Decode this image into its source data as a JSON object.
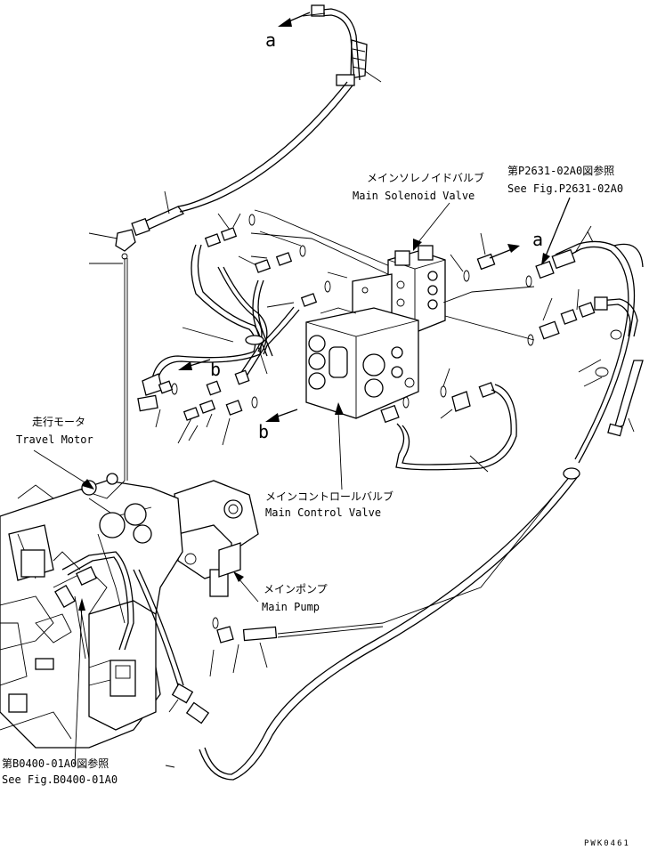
{
  "labels": {
    "callout_a_top": "a",
    "callout_a_right": "a",
    "callout_b_left": "b",
    "callout_b_lower": "b",
    "solenoid_jp": "メインソレノイドバルブ",
    "solenoid_en": "Main Solenoid Valve",
    "ref_p2631_jp": "第P2631-02A0図参照",
    "ref_p2631_en": "See Fig.P2631-02A0",
    "travel_motor_jp": "走行モータ",
    "travel_motor_en": "Travel Motor",
    "control_valve_jp": "メインコントロールバルブ",
    "control_valve_en": "Main Control Valve",
    "pump_jp": "メインポンプ",
    "pump_en": "Main Pump",
    "ref_b0400_jp": "第B0400-01A0図参照",
    "ref_b0400_en": "See Fig.B0400-01A0",
    "drawing_id": "PWK0461"
  }
}
